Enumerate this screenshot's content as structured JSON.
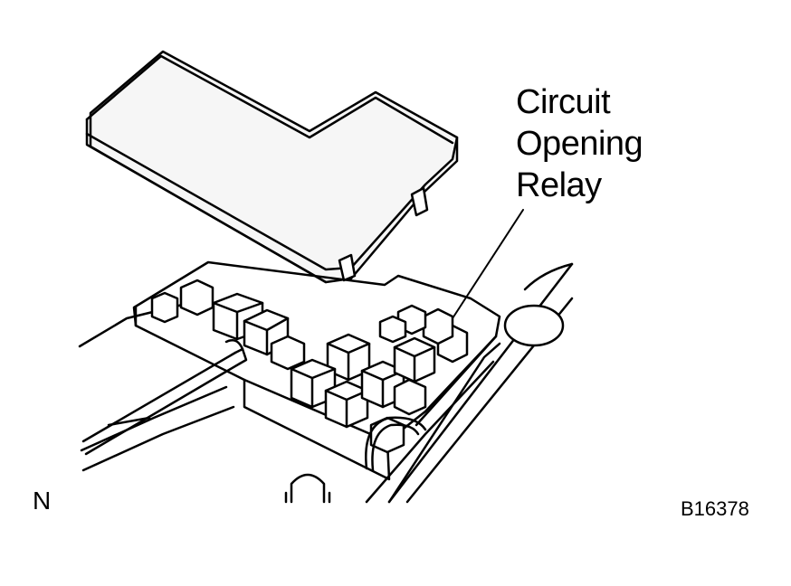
{
  "callout": {
    "lines": [
      "Circuit",
      "Opening",
      "Relay"
    ]
  },
  "view_mark": "N",
  "figure_code": "B16378",
  "colors": {
    "line": "#000000",
    "background": "#ffffff",
    "cover_fill": "#f6f6f6"
  }
}
